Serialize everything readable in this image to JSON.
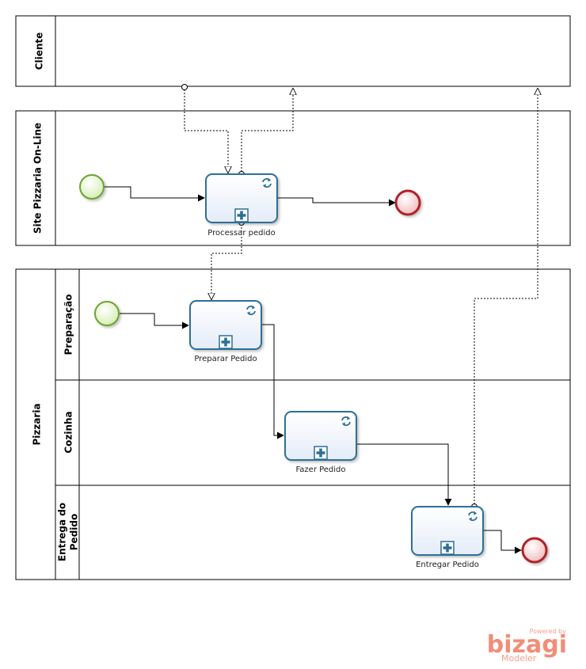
{
  "pools": {
    "cliente": {
      "label": "Cliente"
    },
    "site": {
      "label": "Site Pizzaria On-Line"
    },
    "pizzaria": {
      "label": "Pizzaria",
      "lanes": {
        "preparacao": "Preparação",
        "cozinha": "Cozinha",
        "entrega_line1": "Entrega do",
        "entrega_line2": "Pedido"
      }
    }
  },
  "tasks": {
    "processar": "Processar pedido",
    "preparar": "Preparar Pedido",
    "fazer": "Fazer Pedido",
    "entregar": "Entregar Pedido"
  },
  "watermark": {
    "powered": "Powered by",
    "brand": "bizagi",
    "product": "Modeler"
  },
  "colors": {
    "task_stroke": "#2e6f96",
    "task_fill": "#eef3fb",
    "start_stroke": "#6aa72a",
    "start_fill": "#e6f4cf",
    "end_stroke": "#b0202a",
    "end_fill": "#f6d0d0",
    "watermark": "#f08e78"
  }
}
